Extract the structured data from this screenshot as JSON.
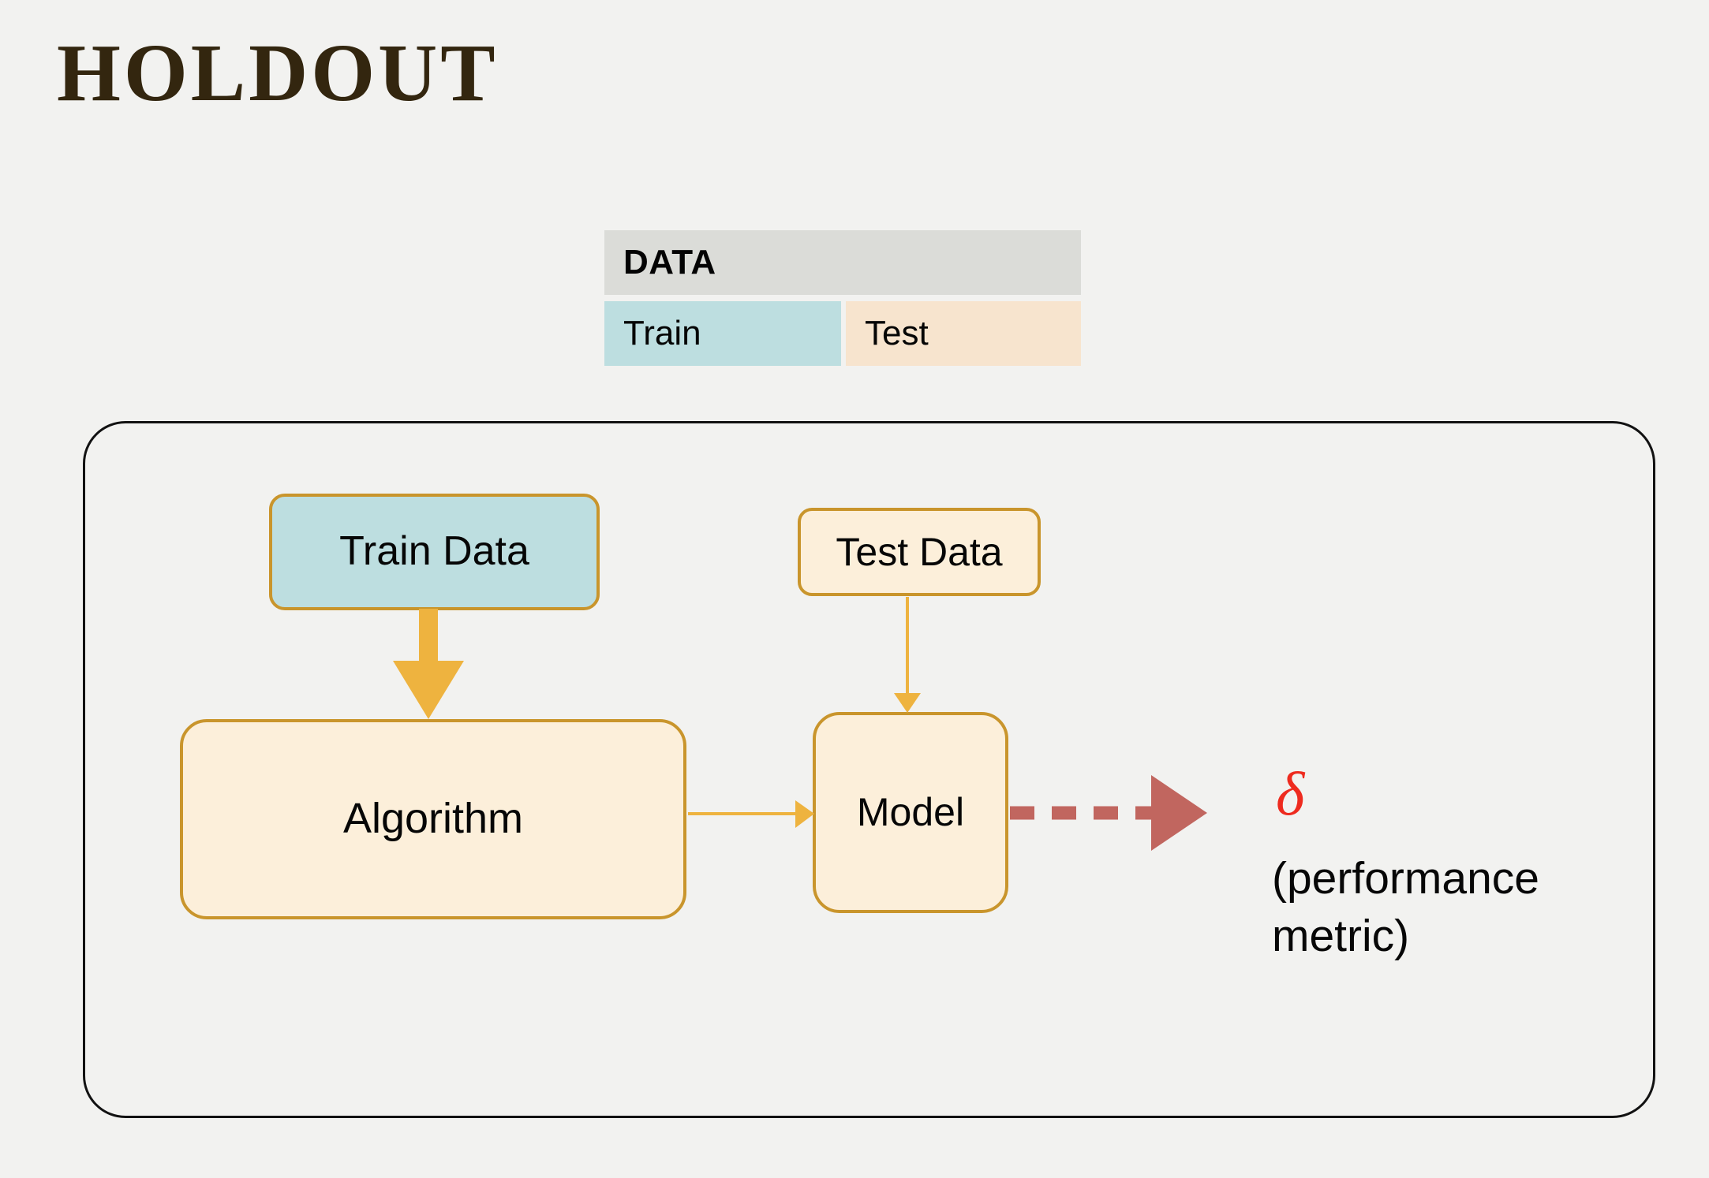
{
  "slide": {
    "title": "HOLDOUT",
    "background_color": "#f2f2f0"
  },
  "data_table": {
    "header_label": "DATA",
    "header_color": "#dbdcd8",
    "cells": [
      {
        "label": "Train",
        "color": "#bddee0"
      },
      {
        "label": "Test",
        "color": "#f7e4ce"
      }
    ]
  },
  "diagram": {
    "container_border_color": "#121212",
    "nodes": [
      {
        "id": "train-data",
        "label": "Train Data",
        "fill": "#bddee0",
        "border": "#c9952c"
      },
      {
        "id": "test-data",
        "label": "Test Data",
        "fill": "#fcefda",
        "border": "#c9952c"
      },
      {
        "id": "algorithm",
        "label": "Algorithm",
        "fill": "#fcefda",
        "border": "#c9952c"
      },
      {
        "id": "model",
        "label": "Model",
        "fill": "#fcefda",
        "border": "#c9952c"
      }
    ],
    "edges": [
      {
        "id": "train-to-algorithm",
        "from": "train-data",
        "to": "algorithm",
        "style": "thick-solid",
        "color": "#eeb33f"
      },
      {
        "id": "test-to-model",
        "from": "test-data",
        "to": "model",
        "style": "thin-solid",
        "color": "#eeb33f"
      },
      {
        "id": "algorithm-to-model",
        "from": "algorithm",
        "to": "model",
        "style": "thin-solid",
        "color": "#eeb33f"
      },
      {
        "id": "model-to-metric",
        "from": "model",
        "to": "metric",
        "style": "thick-dashed",
        "color": "#c1665f"
      }
    ],
    "output": {
      "symbol": "δ",
      "symbol_color": "#ee2b1f",
      "caption": "(performance metric)"
    }
  }
}
